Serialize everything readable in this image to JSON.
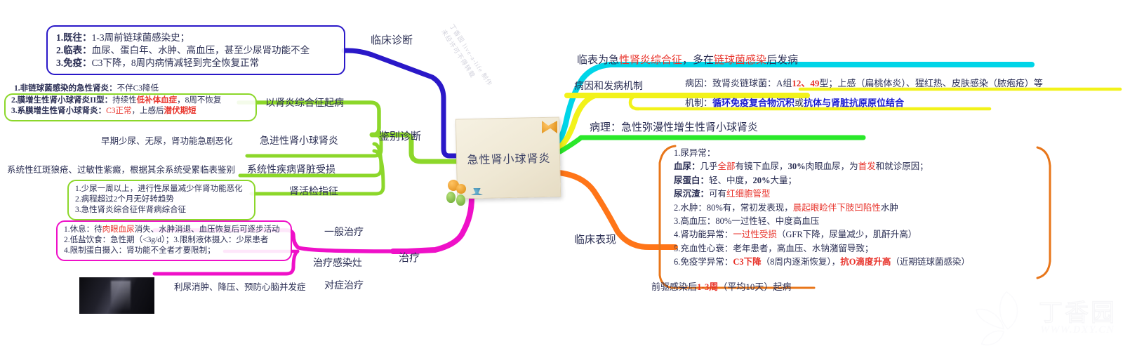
{
  "center": {
    "title": "急性肾小球肾炎"
  },
  "branches": {
    "clinical_diagnosis": {
      "label": "临床诊断",
      "color": "#2a18c8",
      "box_lines": [
        "1.既往：1-3周前链球菌感染史；",
        "2.临表：血尿、蛋白年、水肿、高血压，甚至少尿肾功能不全",
        "3.免疫：C3下降，8周内病情减轻到完全恢复正常"
      ]
    },
    "differential_diagnosis": {
      "label": "鉴别诊断",
      "color": "#8cd72a",
      "items": [
        {
          "label": "以肾炎综合征起病",
          "detail_lines": [
            "1.非链球菌感染的急性肾炎：不伴C3降低",
            "2.膜增生性肾小球肾炎II型：持续性低补体血症，8周不恢复",
            "3.系膜增生性肾小球肾炎：C3正常，上感后潜伏期短"
          ]
        },
        {
          "label": "急进性肾小球肾炎",
          "detail": "早期少尿、无尿，肾功能急剧恶化"
        },
        {
          "label": "系统性疾病肾脏受损",
          "detail": "系统性红斑狼疮、过敏性紫癜，根据其余系统受累临表鉴别"
        },
        {
          "label": "肾活检指征",
          "detail_lines": [
            "1.少尿一周以上，进行性尿量减少伴肾功能恶化",
            "2.病程超过2个月无好转趋势",
            "3.急性肾炎综合征伴肾病综合征"
          ]
        }
      ]
    },
    "treatment": {
      "label": "治疗",
      "color": "#ef10c8",
      "items": [
        {
          "label": "一般治疗",
          "detail_lines": [
            "1.休息：待肉眼血尿消失、水肿消退、血压恢复后可逐步活动",
            "2.低盐饮食：急性期（<3g/d）；3.限制液体摄入：少尿患者",
            "4.限制蛋白摄入：肾功能不全者才要限制；"
          ]
        },
        {
          "label": "治疗感染灶",
          "detail": ""
        },
        {
          "label": "对症治疗",
          "detail": "利尿消肿、降压、预防心脑并发症"
        }
      ]
    },
    "summary": {
      "color": "#00d5e8",
      "text": "临表为急性肾炎综合征，多在链球菌感染后发病"
    },
    "etiology": {
      "label": "病因和发病机制",
      "color": "#f2f21a",
      "lines": [
        "病因：致肾炎链球菌：A组12、49型；上感（扁桃体炎）、猩红热、皮肤感染（脓疱疮）等",
        "机制：循环免疫复合物沉积或抗体与肾脏抗原原位结合"
      ]
    },
    "pathology": {
      "color": "#2ae82a",
      "text": "病理：急性弥漫性增生性肾小球肾炎"
    },
    "manifestation": {
      "label": "临床表现",
      "color": "#ff7518",
      "lines": [
        "1.尿异常：",
        "血尿：几乎全部有镜下血尿，30%肉眼血尿，为首发和就诊原因；",
        "尿蛋白：轻、中度，20%大量；",
        "尿沉渣：可有红细胞管型",
        "2.水肿：80%有，常初发表现，晨起眼睑伴下肢凹陷性水肿",
        "3.高血压：80%一过性轻、中度高血压",
        "4.肾功能异常：一过性受损（GFR下降，尿量减少，肌酐升高）",
        "5.充血性心衰：老年患者，高血压、水钠潴留导致；",
        "6.免疫学异常：C3下降（8周内逐渐恢复），抗O滴度升高（近期链球菌感染）"
      ],
      "footer": "前驱感染后1-3周（平均10天）起病"
    }
  },
  "watermarks": {
    "rotated": "丁香园 live-a-life 制作\n未经许可不得转载",
    "logo_text": "丁香园",
    "logo_url": "WWW.DXY.CN"
  }
}
